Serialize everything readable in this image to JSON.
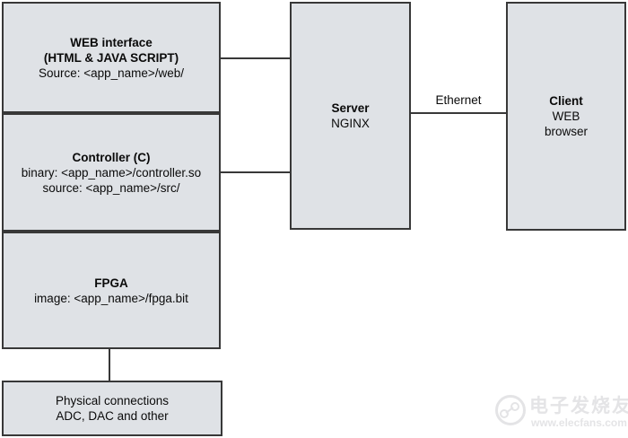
{
  "diagram": {
    "boxes": {
      "web_interface": {
        "lines": [
          "WEB interface",
          "(HTML & JAVA SCRIPT)",
          "Source: <app_name>/web/"
        ]
      },
      "controller": {
        "lines": [
          "Controller (C)",
          "binary: <app_name>/controller.so",
          "source: <app_name>/src/"
        ]
      },
      "fpga": {
        "lines": [
          "FPGA",
          "image: <app_name>/fpga.bit"
        ]
      },
      "physical_connections": {
        "lines": [
          "Physical connections",
          "ADC, DAC and other"
        ]
      },
      "server": {
        "lines": [
          "Server",
          "NGINX"
        ]
      },
      "client": {
        "lines": [
          "Client",
          "WEB",
          "browser"
        ]
      }
    },
    "edge_labels": {
      "ethernet": "Ethernet"
    },
    "colors": {
      "box_fill": "#dfe2e6",
      "box_border": "#383838",
      "connector": "#383838",
      "text": "#0a0a0a",
      "watermark": "#e4e4e6"
    }
  },
  "watermark": {
    "brand": "电子发烧友",
    "url": "www.elecfans.com"
  }
}
